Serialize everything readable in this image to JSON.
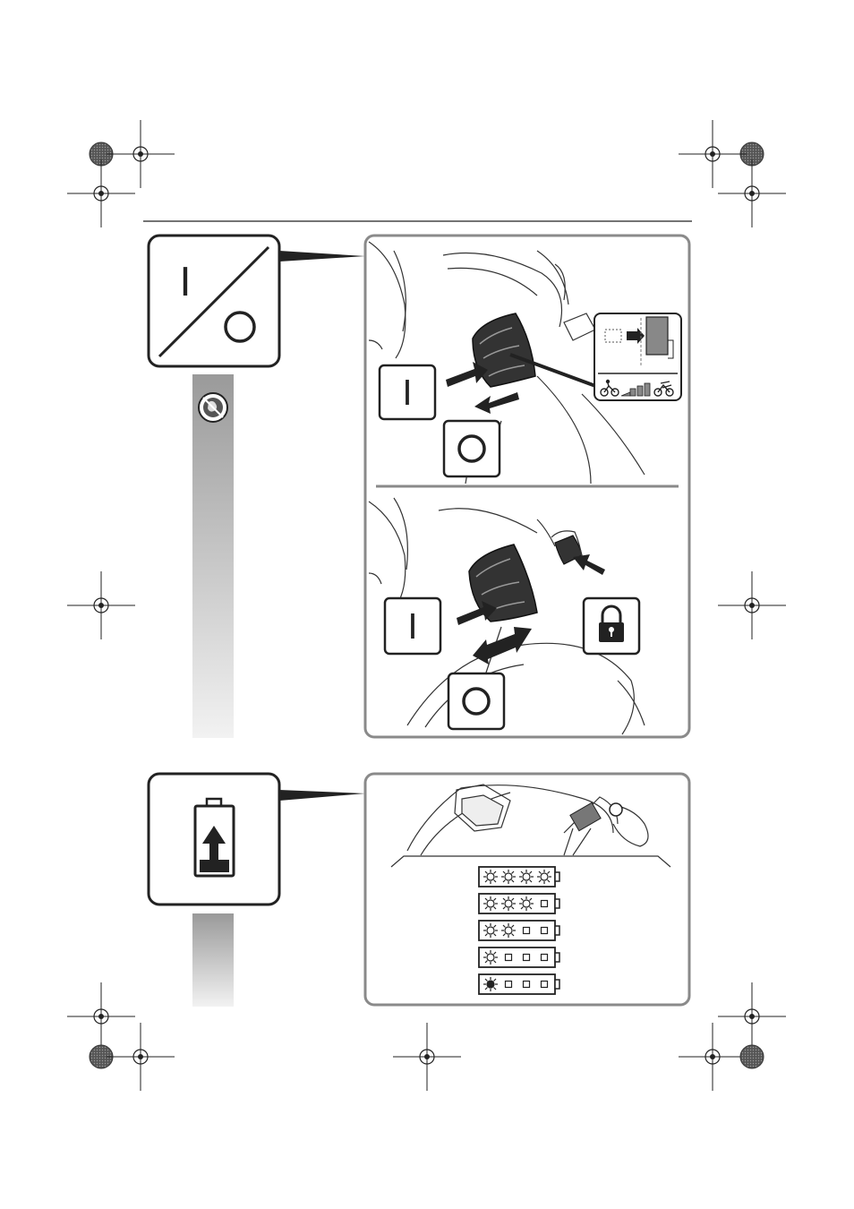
{
  "symbols": {
    "switch_on": "I",
    "switch_off": "O",
    "icon_names": [
      "on-off-icon",
      "no-hand-touch-icon",
      "lock-icon",
      "battery-charge-icon",
      "bicycle-icon",
      "motor-assist-icon",
      "sunburst-led-icon",
      "registration-mark-icon"
    ]
  },
  "battery_indicator": {
    "led_rows": [
      {
        "lit": 4,
        "total": 4
      },
      {
        "lit": 3,
        "total": 4
      },
      {
        "lit": 2,
        "total": 4
      },
      {
        "lit": 1,
        "total": 4
      },
      {
        "lit": 1,
        "total": 4,
        "blinking": true
      }
    ]
  },
  "colors": {
    "line": "#222222",
    "panel_border": "#8a8a8a",
    "gradient_top": "#9a9a9a",
    "gradient_bottom": "#f2f2f2"
  }
}
